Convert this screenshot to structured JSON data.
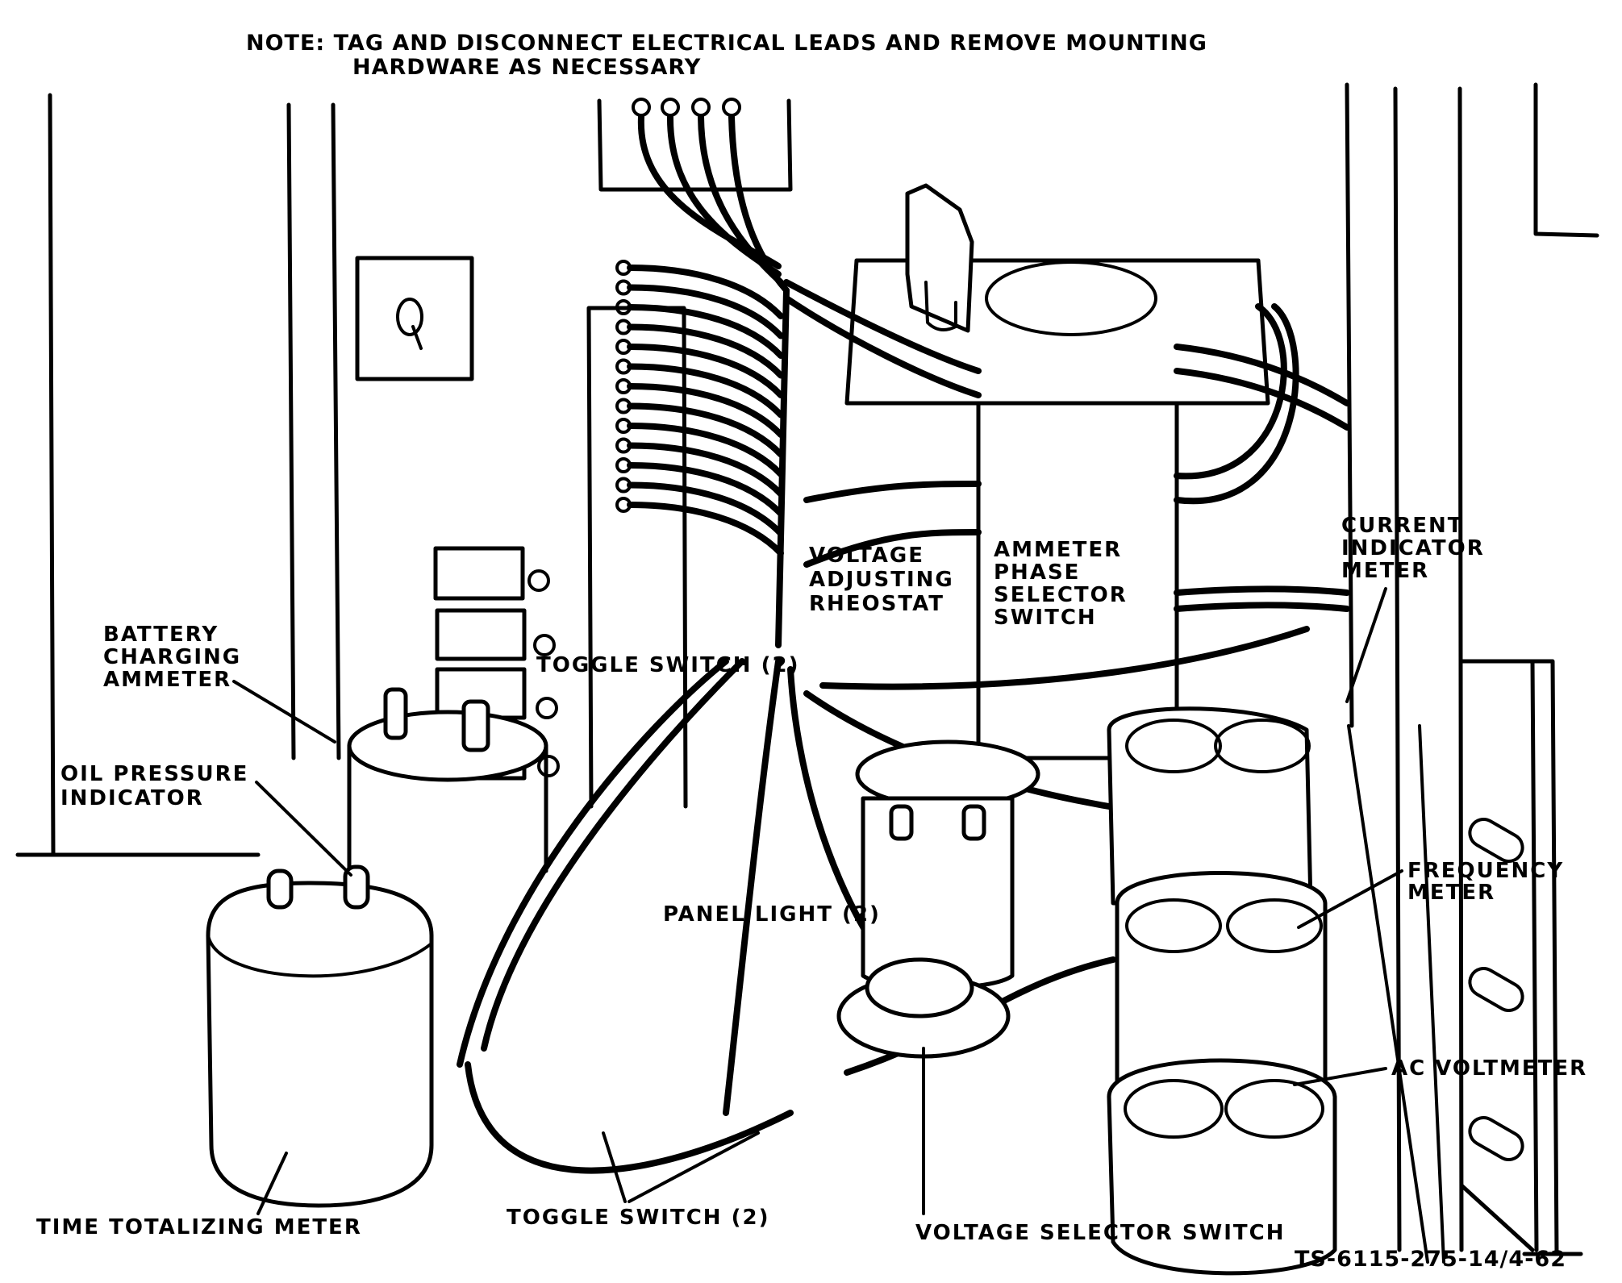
{
  "note": {
    "line1": "NOTE:  TAG AND DISCONNECT ELECTRICAL LEADS AND REMOVE MOUNTING",
    "line2": "HARDWARE AS NECESSARY"
  },
  "figure_id": "TS-6115-275-14/4-62",
  "labels": {
    "battery_charging_ammeter": [
      "BATTERY",
      "CHARGING",
      "AMMETER"
    ],
    "oil_pressure_indicator": [
      "OIL PRESSURE",
      "INDICATOR"
    ],
    "toggle_switch_top": "TOGGLE SWITCH (2)",
    "voltage_adjusting_rheostat": [
      "VOLTAGE",
      "ADJUSTING",
      "RHEOSTAT"
    ],
    "ammeter_phase_selector_switch": [
      "AMMETER",
      "PHASE",
      "SELECTOR",
      "SWITCH"
    ],
    "current_indicator_meter": [
      "CURRENT",
      "INDICATOR",
      "METER"
    ],
    "panel_light": "PANEL LIGHT (2)",
    "frequency_meter": [
      "FREQUENCY",
      "METER"
    ],
    "ac_voltmeter": "AC VOLTMETER",
    "time_totalizing_meter": "TIME TOTALIZING METER",
    "toggle_switch_bottom": "TOGGLE SWITCH (2)",
    "voltage_selector_switch": "VOLTAGE SELECTOR SWITCH"
  }
}
